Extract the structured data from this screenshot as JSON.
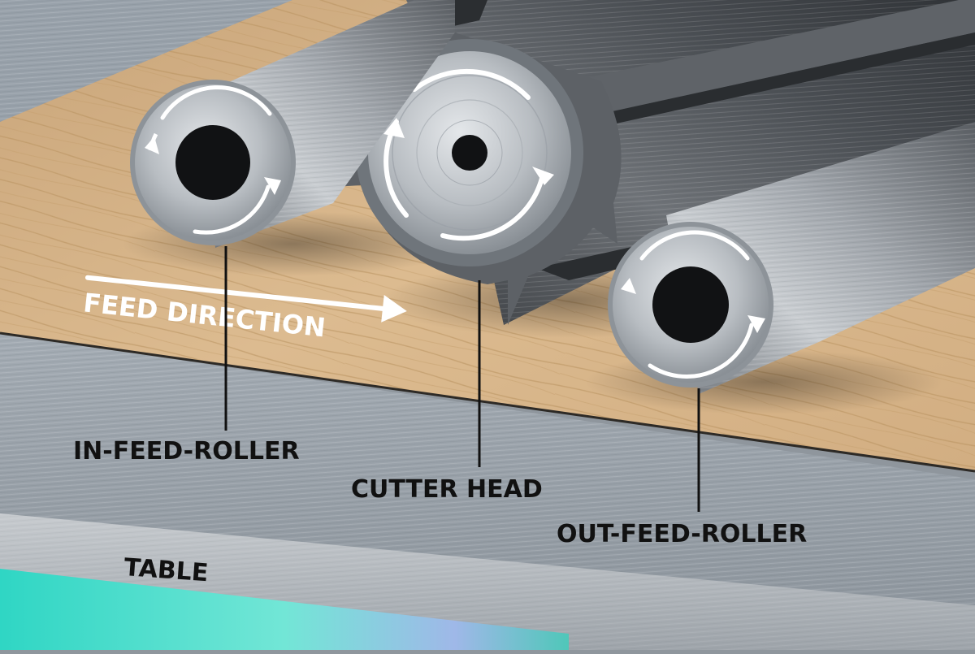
{
  "labels": {
    "feed_direction": "FEED DIRECTION",
    "in_feed_roller": "IN-FEED-ROLLER",
    "cutter_head": "CUTTER HEAD",
    "out_feed_roller": "OUT-FEED-ROLLER",
    "table": "TABLE"
  },
  "colors": {
    "steel": "#b4b9bf",
    "steel_dark": "#4a4d52",
    "wood": "#d6b48a",
    "table_top": "#aab2b9",
    "label_text": "#111111",
    "arrow": "#ffffff",
    "teal_edge": "#3fd0c0"
  }
}
